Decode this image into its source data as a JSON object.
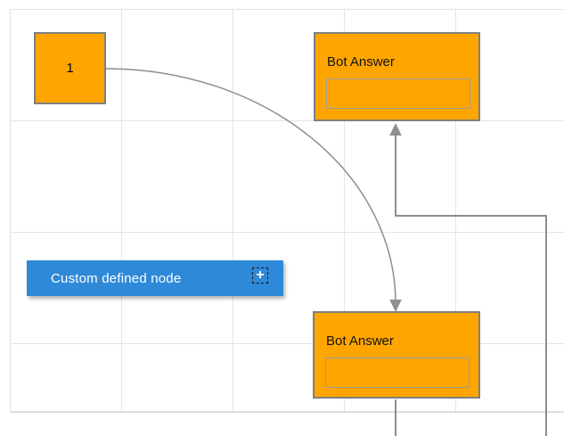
{
  "theme": {
    "node_orange": "#ffa500",
    "node_border": "#7f7f7f",
    "node_blue": "#2e89d8",
    "connector_gray": "#8e8e8e",
    "grid_line": "#e4e4e4",
    "title_color": "#141414",
    "input_border": "#9d9d9d"
  },
  "nodes": {
    "source": {
      "label": "1"
    },
    "bot_answer_top": {
      "title": "Bot Answer",
      "input_value": ""
    },
    "bot_answer_bottom": {
      "title": "Bot Answer",
      "input_value": ""
    },
    "custom": {
      "label": "Custom defined node",
      "add_icon": "+"
    }
  }
}
